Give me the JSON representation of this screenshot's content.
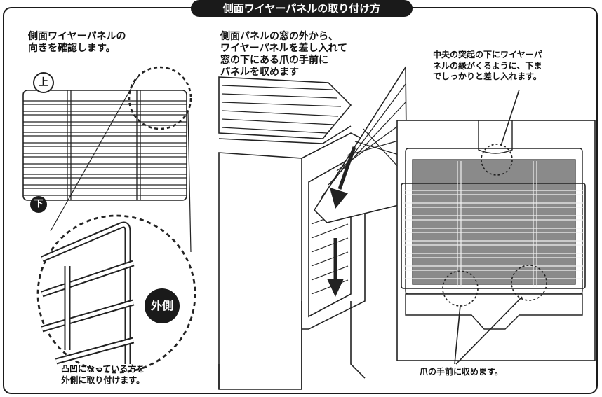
{
  "title": "側面ワイヤーパネルの取り付け方",
  "step1": {
    "caption": "側面ワイヤーパネルの\n向きを確認します。",
    "label_top": "上",
    "label_bottom": "下",
    "label_outer": "外側",
    "note": "凸凹になっている方を\n外側に取り付けます。"
  },
  "step2": {
    "caption": "側面パネルの窓の外から、\nワイヤーパネルを差し入れて\n窓の下にある爪の手前に\nパネルを収めます"
  },
  "step3": {
    "caption": "中央の突起の下にワイヤーパ\nネルの縁がくるように、下ま\nでしっかりと差し入れます。",
    "bottom_note": "爪の手前に収めます。"
  }
}
